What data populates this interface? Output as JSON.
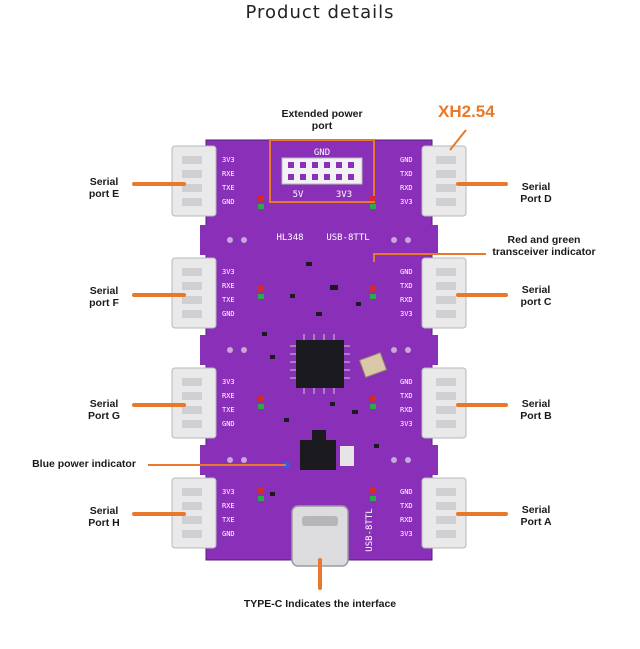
{
  "title": "Product details",
  "labels": {
    "extended_power": [
      "Extended power",
      "port"
    ],
    "xh254": "XH2.54",
    "serial_e": [
      "Serial",
      "port E"
    ],
    "serial_d": [
      "Serial",
      "Port D"
    ],
    "serial_f": [
      "Serial",
      "port F"
    ],
    "serial_c": [
      "Serial",
      "port C"
    ],
    "serial_g": [
      "Serial",
      "Port G"
    ],
    "serial_b": [
      "Serial",
      "Port B"
    ],
    "serial_h": [
      "Serial",
      "Port H"
    ],
    "serial_a": [
      "Serial",
      "Port A"
    ],
    "red_green": [
      "Red and green",
      "transceiver indicator"
    ],
    "blue_power": "Blue power indicator",
    "typec": "TYPE-C Indicates the interface"
  },
  "silkscreen": {
    "model": "HL348",
    "name": "USB-8TTL",
    "name_vertical": "USB-8TTL",
    "gnd": "GND",
    "v5": "5V",
    "v33": "3V3",
    "left_pins": [
      "3V3",
      "RXE",
      "TXE",
      "GND"
    ],
    "right_pins": [
      "GND",
      "TXD",
      "RXD",
      "3V3"
    ]
  },
  "colors": {
    "board": "#8a2fb8",
    "board_dark": "#6a1f8f",
    "accent": "#e8782b",
    "connector": "#e9e9ea"
  }
}
